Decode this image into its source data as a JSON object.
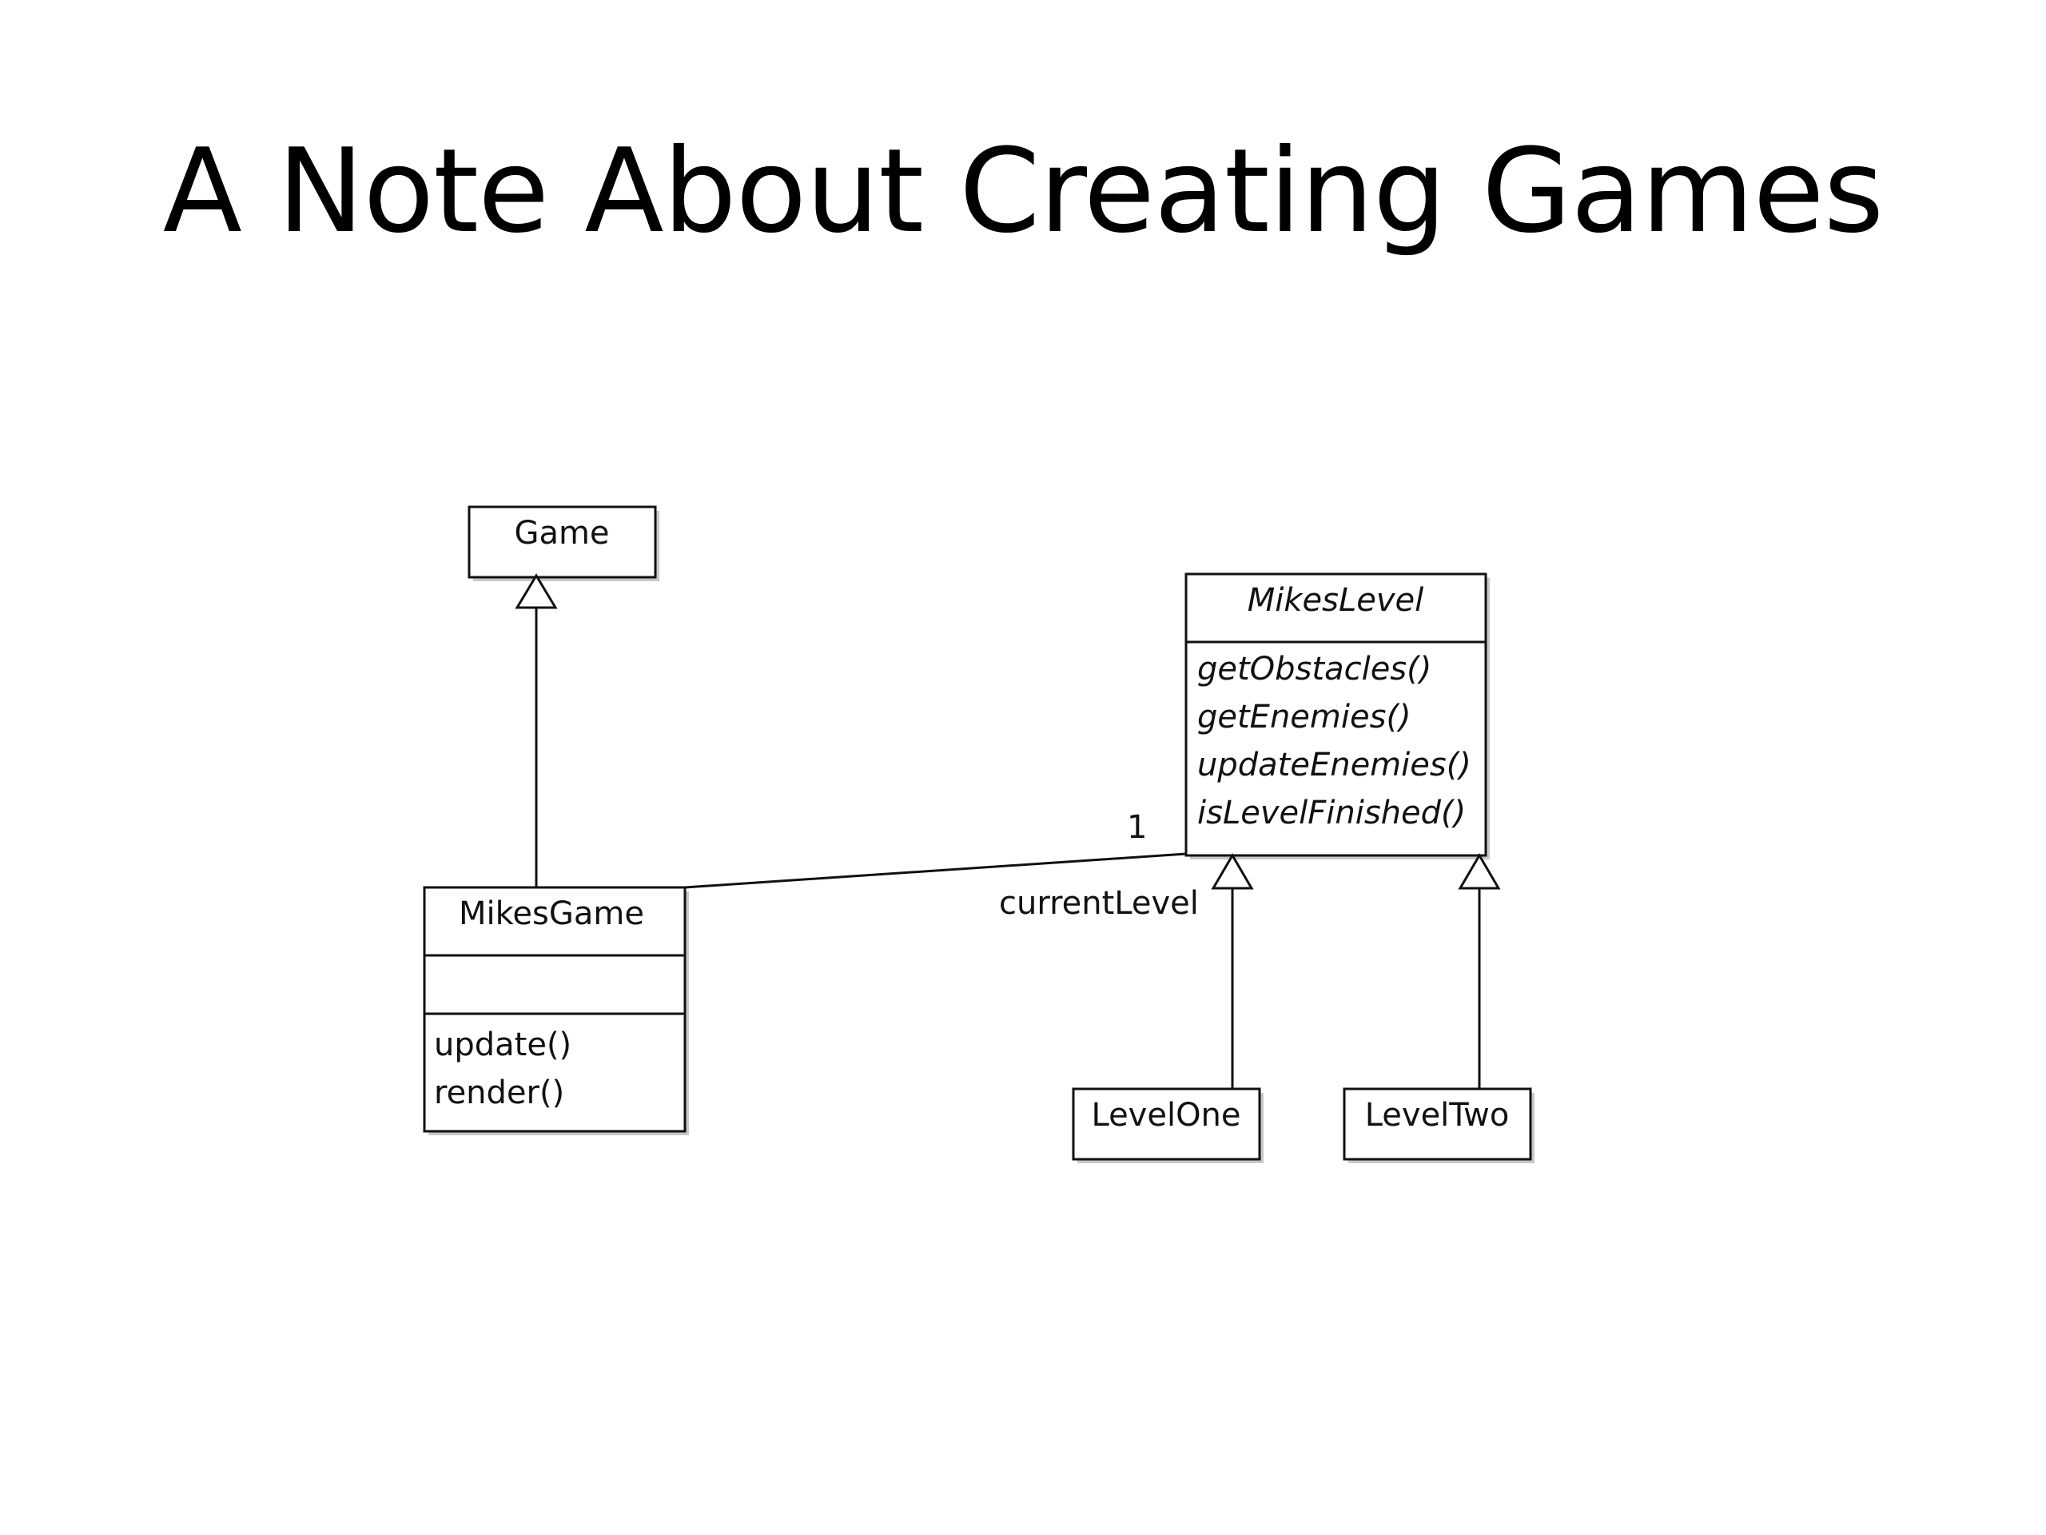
{
  "title": "A Note About Creating Games",
  "classes": {
    "game": {
      "name": "Game"
    },
    "mikes_level": {
      "name": "MikesLevel",
      "methods": [
        "getObstacles()",
        "getEnemies()",
        "updateEnemies()",
        "isLevelFinished()"
      ]
    },
    "mikes_game": {
      "name": "MikesGame",
      "methods": [
        "update()",
        "render()"
      ]
    },
    "level_one": {
      "name": "LevelOne"
    },
    "level_two": {
      "name": "LevelTwo"
    }
  },
  "association": {
    "multiplicity": "1",
    "role": "currentLevel"
  }
}
